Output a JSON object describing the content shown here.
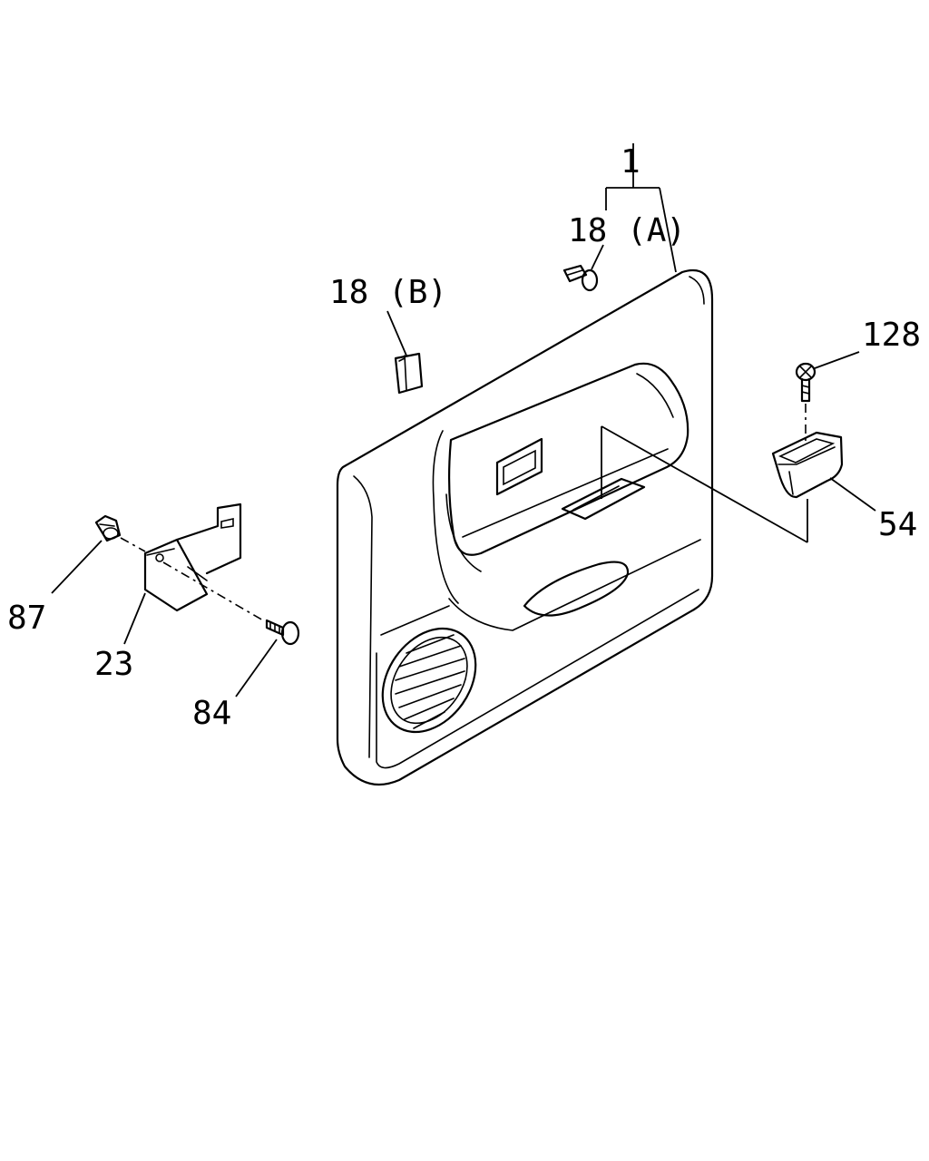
{
  "callouts": {
    "door_trim_panel": "1",
    "clip_a": "18 (A)",
    "clip_b": "18 (B)",
    "screw_128": "128",
    "pocket_54": "54",
    "clip_87": "87",
    "bracket_23": "23",
    "screw_84": "84"
  }
}
